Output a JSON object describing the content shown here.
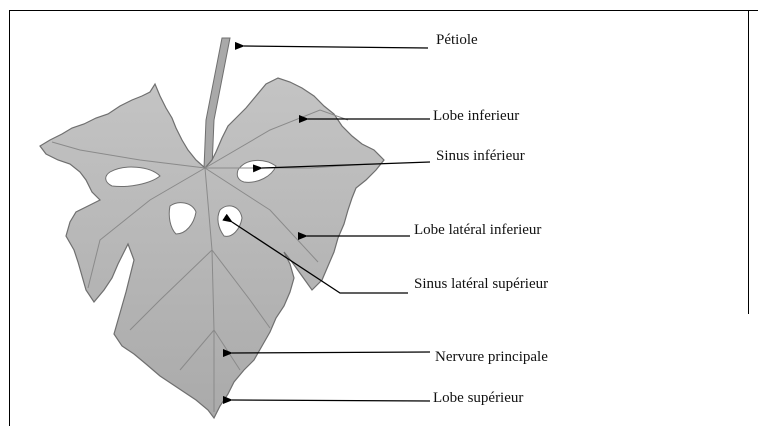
{
  "labels": {
    "petiole": "Pétiole",
    "lobe_inferieur": "Lobe inferieur",
    "sinus_inferieur": "Sinus inférieur",
    "lobe_lateral_inferieur": "Lobe latéral inferieur",
    "sinus_lateral_superieur": "Sinus latéral supérieur",
    "nervure_principale": "Nervure principale",
    "lobe_superieur": "Lobe supérieur"
  },
  "colors": {
    "leaf_fill": "#b9b9b9",
    "leaf_edge": "#6f6f6f",
    "vein": "#8a8a8a",
    "arrow": "#000000"
  }
}
